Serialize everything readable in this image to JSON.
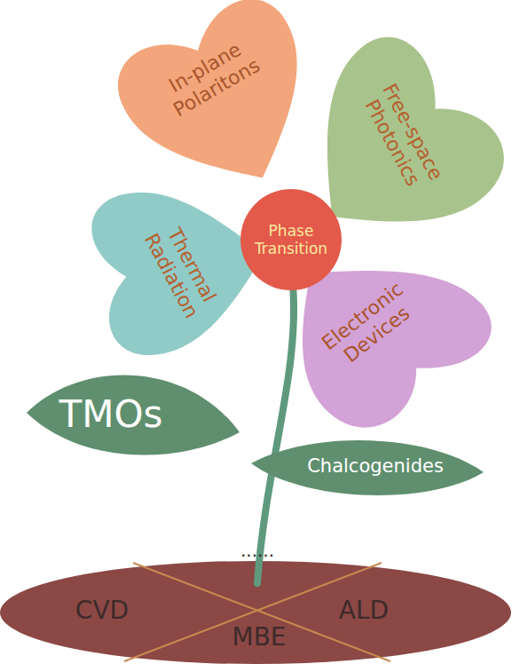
{
  "diagram": {
    "nodes": [
      {
        "text": [
          "In-plane Polaritons"
        ]
      },
      {
        "text": [
          "Free-space Photonics"
        ]
      },
      {
        "text": [
          "Phase Transition"
        ]
      },
      {
        "text": [
          "Thermal Radiation"
        ]
      },
      {
        "text": [
          "Electronic Devices"
        ]
      },
      {
        "text": [
          "TMOs"
        ]
      },
      {
        "text": [
          "Chalcogenides"
        ]
      },
      {
        "text": [
          "......"
        ]
      },
      {
        "text": [
          "CVD"
        ]
      },
      {
        "text": [
          "ALD"
        ]
      },
      {
        "text": [
          "MBE"
        ]
      }
    ]
  }
}
